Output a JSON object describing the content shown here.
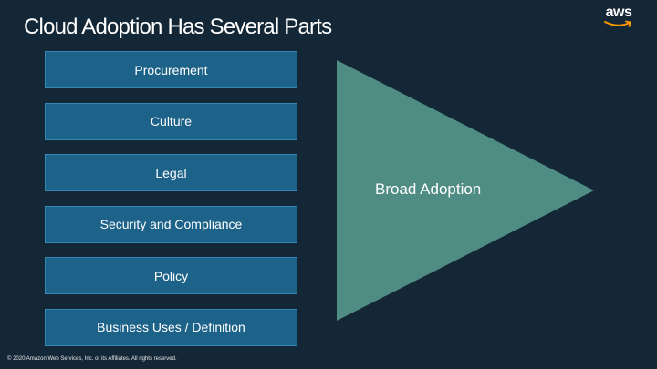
{
  "slide": {
    "title": "Cloud Adoption Has Several Parts",
    "logo_text": "aws",
    "boxes": [
      {
        "label": "Procurement"
      },
      {
        "label": "Culture"
      },
      {
        "label": "Legal"
      },
      {
        "label": "Security and Compliance"
      },
      {
        "label": "Policy"
      },
      {
        "label": "Business Uses / Definition"
      }
    ],
    "outcome_label": "Broad Adoption",
    "footer": "© 2020 Amazon Web Services, Inc. or its Affiliates. All rights reserved."
  },
  "colors": {
    "background": "#142737",
    "box_fill": "#1d6289",
    "box_border": "#3588b3",
    "triangle_fill": "#4f8c83",
    "logo_smile": "#ff9900"
  }
}
